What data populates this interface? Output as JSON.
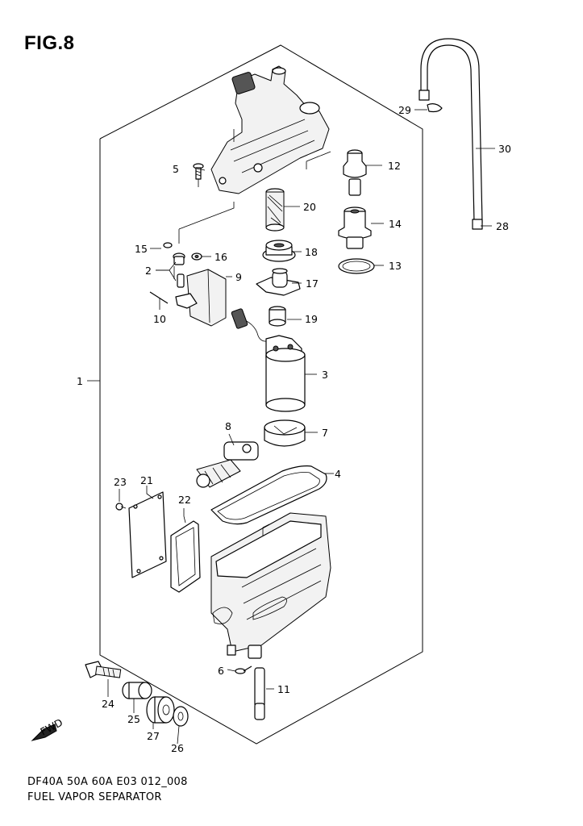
{
  "figure": {
    "title": "FIG.8"
  },
  "footer": {
    "code": "DF40A 50A 60A E03 012_008",
    "name": "FUEL VAPOR SEPARATOR"
  },
  "fwd_label": "FWD",
  "callouts": {
    "p1": "1",
    "p2": "2",
    "p3": "3",
    "p4": "4",
    "p5": "5",
    "p6": "6",
    "p7": "7",
    "p8": "8",
    "p9": "9",
    "p10": "10",
    "p11": "11",
    "p12": "12",
    "p13": "13",
    "p14": "14",
    "p15": "15",
    "p16": "16",
    "p17": "17",
    "p18": "18",
    "p19": "19",
    "p20": "20",
    "p21": "21",
    "p22": "22",
    "p23": "23",
    "p24": "24",
    "p25": "25",
    "p26": "26",
    "p27": "27",
    "p28": "28",
    "p29": "29",
    "p30": "30"
  }
}
